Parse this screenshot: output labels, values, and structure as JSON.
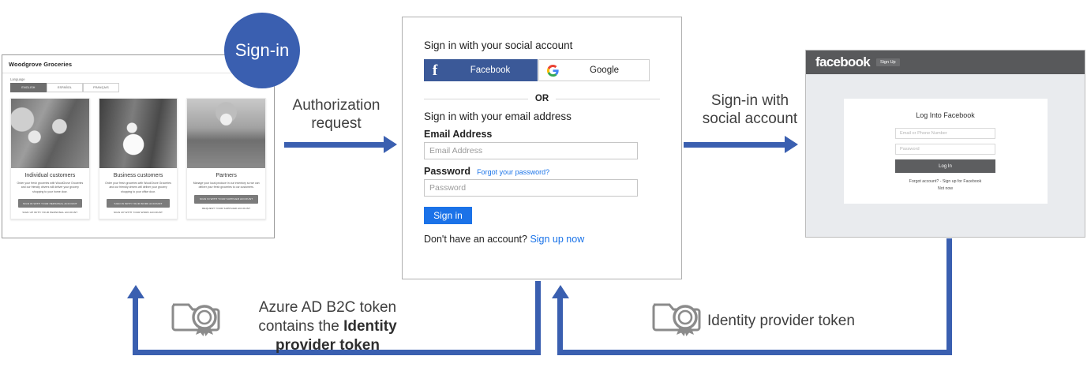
{
  "flow": {
    "signin_badge": "Sign-in",
    "arrow1_label": "Authorization\nrequest",
    "arrow1_line1": "Authorization",
    "arrow1_line2": "request",
    "arrow2_line1": "Sign-in with",
    "arrow2_line2": "social account",
    "token_left_line1": "Azure AD B2C token",
    "token_left_line2": "contains the ",
    "token_left_bold": "Identity",
    "token_left_line3": "provider token",
    "token_right": "Identity provider token",
    "accent_color": "#3a5fb0"
  },
  "woodgrove": {
    "title": "Woodgrove Groceries",
    "language_label": "Language",
    "languages": [
      "ENGLISH",
      "ESPAÑOL",
      "FRANÇAIS"
    ],
    "active_language": "ENGLISH",
    "cards": [
      {
        "title": "Individual customers",
        "desc": "Order your fresh groceries with WoodGrove Groceries and our friendly drivers will deliver your grocery shopping to your home door.",
        "button": "SIGN IN WITH YOUR PERSONAL ACCOUNT",
        "link": "SIGN UP WITH YOUR PERSONAL ACCOUNT"
      },
      {
        "title": "Business customers",
        "desc": "Order your fresh groceries with WoodGrove Groceries and our friendly drivers will deliver your grocery shopping to your office door.",
        "button": "SIGN IN WITH YOUR WORK ACCOUNT",
        "link": "SIGN UP WITH YOUR WORK ACCOUNT"
      },
      {
        "title": "Partners",
        "desc": "Manage your local produce in our inventory so we can deliver your fresh groceries to our customers.",
        "button": "SIGN IN WITH YOUR SUPPLIER ACCOUNT",
        "link": "REQUEST YOUR SUPPLIER ACCOUNT"
      }
    ]
  },
  "b2c": {
    "social_heading": "Sign in with your social account",
    "facebook_label": "Facebook",
    "facebook_color": "#3b5998",
    "google_label": "Google",
    "or": "OR",
    "email_heading": "Sign in with your email address",
    "email_label": "Email Address",
    "email_placeholder": "Email Address",
    "password_label": "Password",
    "password_placeholder": "Password",
    "forgot_link": "Forgot your password?",
    "signin_button": "Sign in",
    "signin_button_color": "#1b72e8",
    "footer_text": "Don't have an account? ",
    "footer_link": "Sign up now"
  },
  "facebook": {
    "logo": "facebook",
    "signup_button": "Sign Up",
    "card_title": "Log Into Facebook",
    "email_placeholder": "Email or Phone Number",
    "password_placeholder": "Password",
    "login_button": "Log In",
    "links_line1": "Forgot account? - Sign up for Facebook",
    "links_line2": "Not now"
  }
}
